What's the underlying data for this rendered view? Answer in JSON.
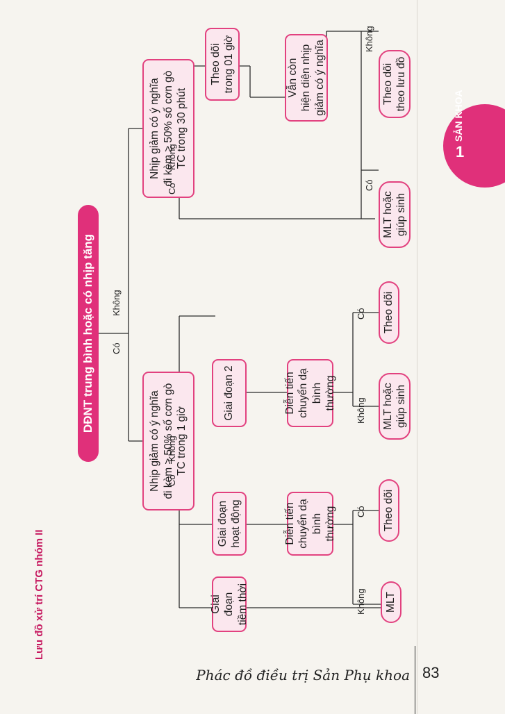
{
  "title": "Lưu đồ xử trí CTG nhóm II",
  "header": "DĐNT trung bình hoặc có nhịp tăng",
  "nodes": {
    "q1": "Nhịp giảm có ý nghĩa\nđi kèm ≥ 50% số cơn gò\nTC trong 1 giờ",
    "q2": "Nhịp giảm có ý nghĩa\nđi kèm ≥ 50% số cơn gò\nTC trong 30 phút",
    "tiem_thoi": "Giai đoạn\ntiềm thời",
    "hoat_dong": "Giai đoạn\nhoạt động",
    "gd2": "Giai đoạn 2",
    "dien_tien_1": "Diễn tiến\nchuyển dạ\nbình thường",
    "dien_tien_2": "Diễn tiến\nchuyển dạ\nbình thường",
    "mlt": "MLT",
    "theo_doi_1": "Theo dõi",
    "mlt_giup_sinh_1": "MLT hoặc\ngiúp sinh",
    "theo_doi_2": "Theo dõi",
    "theo_doi_01": "Theo dõi\ntrong 01 giờ",
    "van_con": "Vẫn còn\nhiện diện nhịp\ngiảm có ý nghĩa",
    "mlt_giup_sinh_2": "MLT hoặc\ngiúp sinh",
    "theo_doi_luu_do": "Theo dõi\ntheo lưu đồ"
  },
  "labels": {
    "yes": "Có",
    "no": "Không"
  },
  "side_tab": {
    "text": "SẢN KHOA",
    "number": "1",
    "color": "#e0307a"
  },
  "footer": {
    "book_title": "Phác đồ điều trị Sản Phụ khoa",
    "page": "83"
  },
  "colors": {
    "accent": "#e0307a",
    "node_fill": "#fbe7ee",
    "node_border": "#e2417f",
    "title": "#c6185f"
  }
}
